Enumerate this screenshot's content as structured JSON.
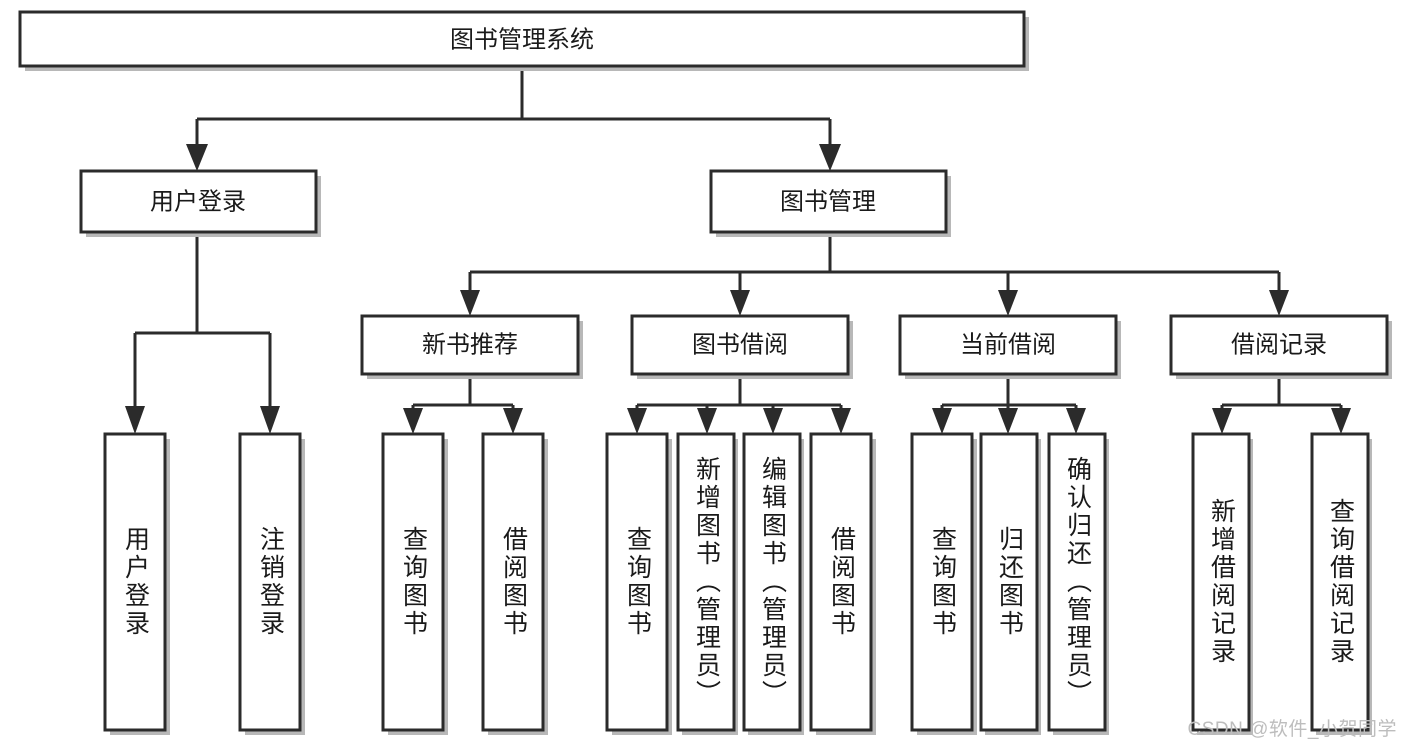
{
  "diagram": {
    "title": "图书管理系统",
    "type": "hierarchy-tree",
    "watermark": "CSDN @软件_小贺同学",
    "colors": {
      "box_stroke": "#2b2b2b",
      "box_fill": "#ffffff",
      "text": "#1a1a1a",
      "shadow": "#b8b8b8",
      "watermark": "#bdbdbd"
    },
    "root": {
      "label": "图书管理系统"
    },
    "level2": [
      {
        "id": "user-login",
        "label": "用户登录"
      },
      {
        "id": "book-manage",
        "label": "图书管理"
      }
    ],
    "level3": [
      {
        "id": "new-book-rec",
        "label": "新书推荐",
        "parent": "book-manage"
      },
      {
        "id": "book-borrow",
        "label": "图书借阅",
        "parent": "book-manage"
      },
      {
        "id": "current-borrow",
        "label": "当前借阅",
        "parent": "book-manage"
      },
      {
        "id": "borrow-record",
        "label": "借阅记录",
        "parent": "book-manage"
      }
    ],
    "leaves": [
      {
        "id": "leaf-user-login",
        "label": "用户登录",
        "parent": "user-login"
      },
      {
        "id": "leaf-logout",
        "label": "注销登录",
        "parent": "user-login"
      },
      {
        "id": "leaf-query-book-1",
        "label": "查询图书",
        "parent": "new-book-rec"
      },
      {
        "id": "leaf-borrow-book-1",
        "label": "借阅图书",
        "parent": "new-book-rec"
      },
      {
        "id": "leaf-query-book-2",
        "label": "查询图书",
        "parent": "book-borrow"
      },
      {
        "id": "leaf-add-book",
        "label": "新增图书（管理员）",
        "parent": "book-borrow"
      },
      {
        "id": "leaf-edit-book",
        "label": "编辑图书（管理员）",
        "parent": "book-borrow"
      },
      {
        "id": "leaf-borrow-book-2",
        "label": "借阅图书",
        "parent": "book-borrow"
      },
      {
        "id": "leaf-query-book-3",
        "label": "查询图书",
        "parent": "current-borrow"
      },
      {
        "id": "leaf-return-book",
        "label": "归还图书",
        "parent": "current-borrow"
      },
      {
        "id": "leaf-confirm-return",
        "label": "确认归还（管理员）",
        "parent": "current-borrow"
      },
      {
        "id": "leaf-add-record",
        "label": "新增借阅记录",
        "parent": "borrow-record"
      },
      {
        "id": "leaf-query-record",
        "label": "查询借阅记录",
        "parent": "borrow-record"
      }
    ]
  }
}
